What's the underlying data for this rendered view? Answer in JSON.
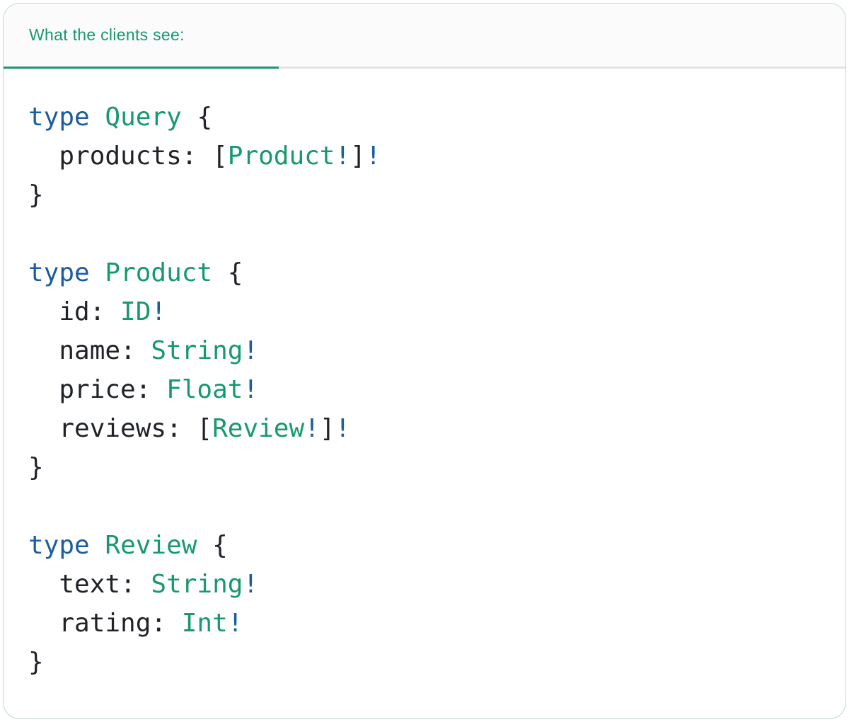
{
  "tab": {
    "label": "What the clients see:"
  },
  "colors": {
    "accent_green": "#16996f",
    "keyword_blue": "#1b5d9e",
    "code_text": "#1f2227",
    "divider_gray": "#e3e3e3",
    "header_bg": "#fbfbfb",
    "card_border": "#bcdacb",
    "card_bg": "#ffffff"
  },
  "code": {
    "language": "graphql",
    "lines": [
      {
        "tokens": [
          {
            "text": "type",
            "style": "keyword"
          },
          {
            "text": " "
          },
          {
            "text": "Query",
            "style": "typename"
          },
          {
            "text": " {"
          }
        ]
      },
      {
        "tokens": [
          {
            "text": "  products: ["
          },
          {
            "text": "Product",
            "style": "typename"
          },
          {
            "text": "!",
            "style": "bang"
          },
          {
            "text": "]"
          },
          {
            "text": "!",
            "style": "bang"
          }
        ]
      },
      {
        "tokens": [
          {
            "text": "}"
          }
        ]
      },
      {
        "tokens": []
      },
      {
        "tokens": [
          {
            "text": "type",
            "style": "keyword"
          },
          {
            "text": " "
          },
          {
            "text": "Product",
            "style": "typename"
          },
          {
            "text": " {"
          }
        ]
      },
      {
        "tokens": [
          {
            "text": "  id: "
          },
          {
            "text": "ID",
            "style": "typename"
          },
          {
            "text": "!",
            "style": "bang"
          }
        ]
      },
      {
        "tokens": [
          {
            "text": "  name: "
          },
          {
            "text": "String",
            "style": "typename"
          },
          {
            "text": "!",
            "style": "bang"
          }
        ]
      },
      {
        "tokens": [
          {
            "text": "  price: "
          },
          {
            "text": "Float",
            "style": "typename"
          },
          {
            "text": "!",
            "style": "bang"
          }
        ]
      },
      {
        "tokens": [
          {
            "text": "  reviews: ["
          },
          {
            "text": "Review",
            "style": "typename"
          },
          {
            "text": "!",
            "style": "bang"
          },
          {
            "text": "]"
          },
          {
            "text": "!",
            "style": "bang"
          }
        ]
      },
      {
        "tokens": [
          {
            "text": "}"
          }
        ]
      },
      {
        "tokens": []
      },
      {
        "tokens": [
          {
            "text": "type",
            "style": "keyword"
          },
          {
            "text": " "
          },
          {
            "text": "Review",
            "style": "typename"
          },
          {
            "text": " {"
          }
        ]
      },
      {
        "tokens": [
          {
            "text": "  text: "
          },
          {
            "text": "String",
            "style": "typename"
          },
          {
            "text": "!",
            "style": "bang"
          }
        ]
      },
      {
        "tokens": [
          {
            "text": "  rating: "
          },
          {
            "text": "Int",
            "style": "typename"
          },
          {
            "text": "!",
            "style": "bang"
          }
        ]
      },
      {
        "tokens": [
          {
            "text": "}"
          }
        ]
      }
    ]
  }
}
